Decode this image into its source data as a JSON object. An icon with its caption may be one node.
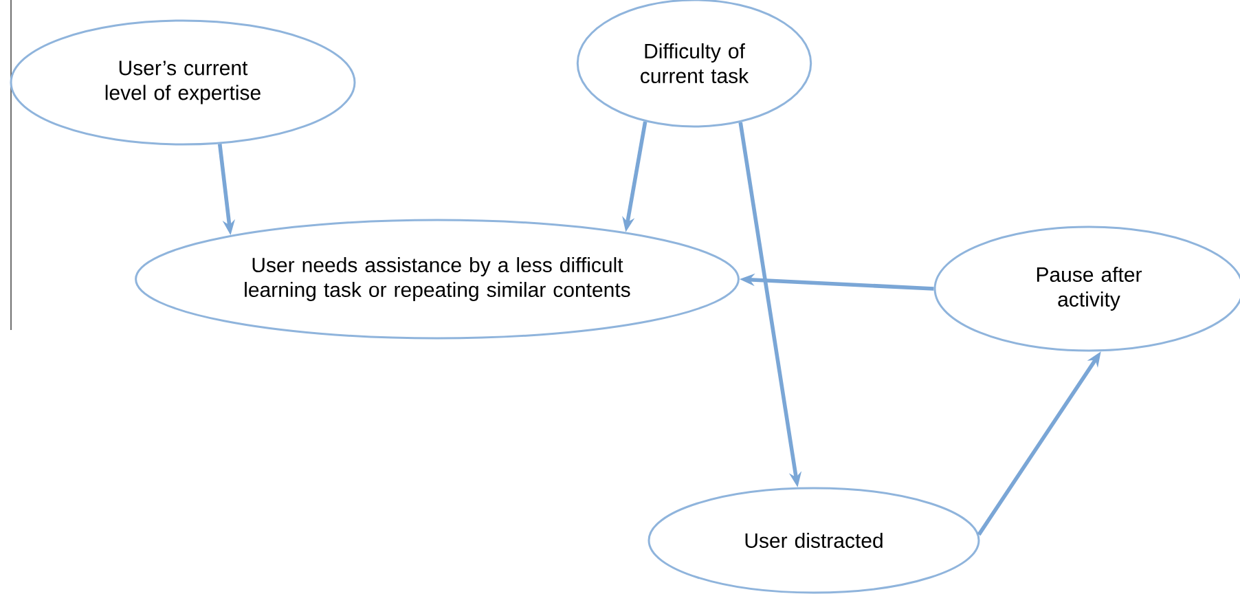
{
  "diagram": {
    "nodes": [
      {
        "text": [
          "User’s current level of expertise"
        ]
      },
      {
        "text": [
          "Difficulty of current task"
        ]
      },
      {
        "text": [
          "User needs assistance by a less difficult learning task or repeating similar contents"
        ]
      },
      {
        "text": [
          "Pause after activity"
        ]
      },
      {
        "text": [
          "User distracted"
        ]
      }
    ],
    "edges": [
      {
        "from": 0,
        "to": 2,
        "arrow": "to"
      },
      {
        "from": 1,
        "to": 2,
        "arrow": "to"
      },
      {
        "from": 1,
        "to": 4,
        "arrow": "to"
      },
      {
        "from": 3,
        "to": 2,
        "arrow": "to"
      },
      {
        "from": 4,
        "to": 3,
        "arrow": "to"
      }
    ]
  }
}
